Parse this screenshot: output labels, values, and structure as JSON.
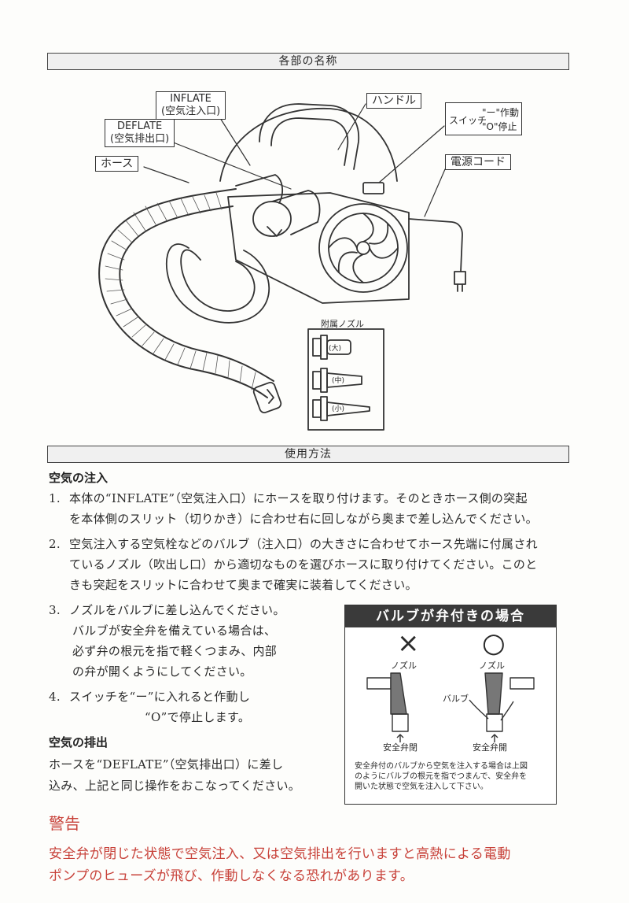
{
  "parts_section": {
    "header": "各部の名称",
    "labels": {
      "inflate_line1": "INFLATE",
      "inflate_line2": "(空気注入口)",
      "deflate_line1": "DEFLATE",
      "deflate_line2": "(空気排出口)",
      "hose": "ホース",
      "handle": "ハンドル",
      "switch_label": "スイッチ",
      "switch_on": "\"ー\"作動",
      "switch_off": "\"O\"停止",
      "power_cord": "電源コード"
    },
    "nozzles": {
      "title": "附属ノズル",
      "large": "(大)",
      "medium": "(中)",
      "small": "(小)"
    }
  },
  "usage_section": {
    "header": "使用方法",
    "inflate_heading": "空気の注入",
    "steps": [
      {
        "num": "1.",
        "lines": [
          "本体の“INFLATE”（空気注入口）にホースを取り付けます。そのときホース側の突起",
          "を本体側のスリット（切りかき）に合わせ右に回しながら奥まで差し込んでください。"
        ]
      },
      {
        "num": "2.",
        "lines": [
          "空気注入する空気栓などのバルブ（注入口）の大きさに合わせてホース先端に付属され",
          "ているノズル（吹出し口）から適切なものを選びホースに取り付けてください。このと",
          "きも突起をスリットに合わせて奥まで確実に装着してください。"
        ]
      },
      {
        "num": "3.",
        "lines": [
          "ノズルをバルブに差し込んでください。",
          "バルブが安全弁を備えている場合は、",
          "必ず弁の根元を指で軽くつまみ、内部",
          "の弁が開くようにしてください。"
        ]
      },
      {
        "num": "4.",
        "lines": [
          "スイッチを“ー”に入れると作動し",
          "“O”で停止します。"
        ]
      }
    ],
    "deflate_heading": "空気の排出",
    "deflate_lines": [
      "ホースを“DEFLATE”（空気排出口）に差し",
      "込み、上記と同じ操作をおこなってください。"
    ]
  },
  "valve_box": {
    "title": "バルブが弁付きの場合",
    "wrong_mark": "×",
    "right_mark": "○",
    "nozzle_left": "ノズル",
    "nozzle_right": "ノズル",
    "valve_label": "バルブ",
    "closed_label": "安全弁閉",
    "open_label": "安全弁開",
    "note_lines": [
      "安全弁付のバルブから空気を注入する場合は上図",
      "のようにバルブの根元を指でつまんで、安全弁を",
      "開いた状態で空気を注入して下さい。"
    ]
  },
  "warning": {
    "title": "警告",
    "lines": [
      "安全弁が閉じた状態で空気注入、又は空気排出を行いますと高熱による電動",
      "ポンプのヒューズが飛び、作動しなくなる恐れがあります。"
    ],
    "color": "#c8423a"
  }
}
